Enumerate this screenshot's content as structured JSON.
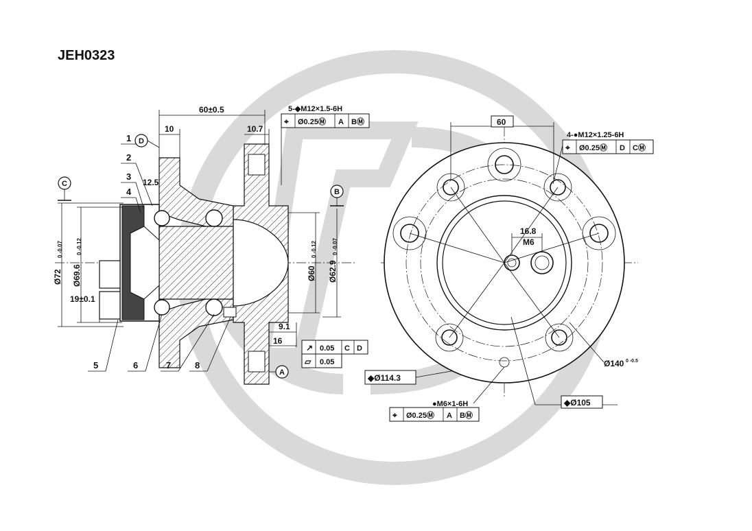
{
  "part_number": "JEH0323",
  "left_view": {
    "dim_60": "60±0.5",
    "dim_10": "10",
    "dim_107": "10.7",
    "dim_125": "12.5",
    "dim_19": "19±0.1",
    "dim_91": "9.1",
    "dim_16": "16",
    "dia_72": "Ø72",
    "dia_72_tol": "0 -0.07",
    "dia_696": "Ø69.6",
    "dia_696_tol": "0 -0.12",
    "dia_60": "Ø60",
    "dia_60_tol": "0 -0.12",
    "dia_62": "Ø62.9",
    "dia_62_tol": "0 -0.07",
    "datum_a": "A",
    "datum_b": "B",
    "datum_c": "C",
    "datum_d": "D",
    "stud_callout": "5-◆M12×1.5-6H",
    "stud_fcf": [
      "⌖",
      "Ø0.25Ⓜ",
      "A",
      "BⓂ"
    ],
    "runout_fcf": [
      "↗",
      "0.05",
      "C",
      "D"
    ],
    "flatness_fcf": [
      "▱",
      "0.05"
    ],
    "pcd_1143": "◆Ø114.3",
    "labels": [
      "1",
      "2",
      "3",
      "4",
      "5",
      "6",
      "7",
      "8"
    ]
  },
  "right_view": {
    "dim_60": "60",
    "bolt_callout": "4-●M12×1.25-6H",
    "bolt_fcf": [
      "⌖",
      "Ø0.25Ⓜ",
      "D",
      "CⓂ"
    ],
    "dim_168": "16.8",
    "m6": "M6",
    "dia_140": "Ø140",
    "dia_140_tol": "0 -0.5",
    "pcd_105": "◆Ø105",
    "m6_callout": "●M6×1-6H",
    "m6_fcf": [
      "⌖",
      "Ø0.25Ⓜ",
      "A",
      "BⓂ"
    ]
  }
}
